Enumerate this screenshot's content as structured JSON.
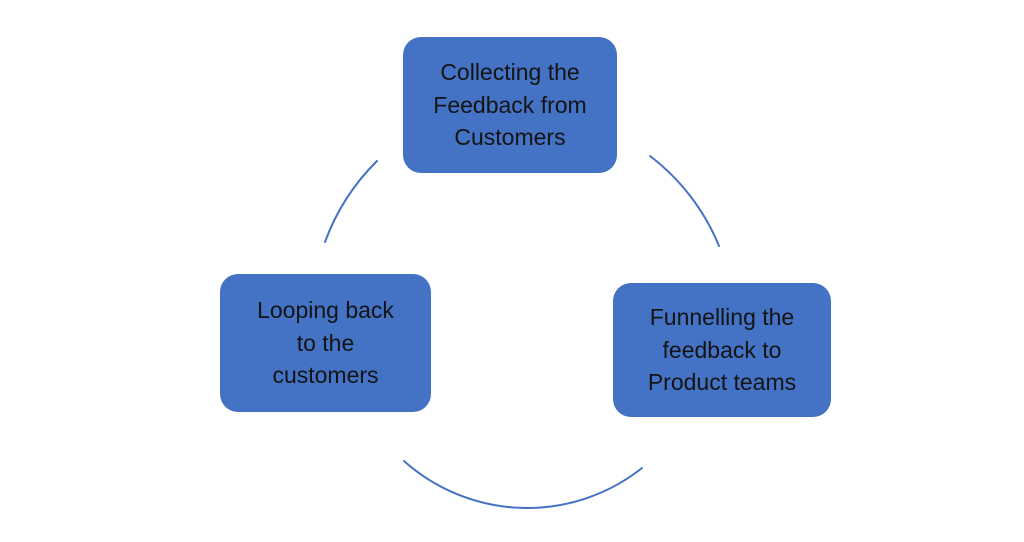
{
  "diagram": {
    "type": "cycle",
    "background_color": "#FFFFFF",
    "node_fill_color": "#4472C4",
    "arc_color": "#4472C4",
    "text_color": "#141414",
    "nodes": [
      {
        "id": "collect-feedback",
        "position": "top",
        "label": "Collecting the\nFeedback from\nCustomers"
      },
      {
        "id": "funnel-feedback",
        "position": "right",
        "label": "Funnelling the\nfeedback to\nProduct teams"
      },
      {
        "id": "loop-back",
        "position": "left",
        "label": "Looping back\nto the\ncustomers"
      }
    ],
    "connections": [
      {
        "from": "collect-feedback",
        "to": "funnel-feedback"
      },
      {
        "from": "funnel-feedback",
        "to": "loop-back"
      },
      {
        "from": "loop-back",
        "to": "collect-feedback"
      }
    ]
  }
}
